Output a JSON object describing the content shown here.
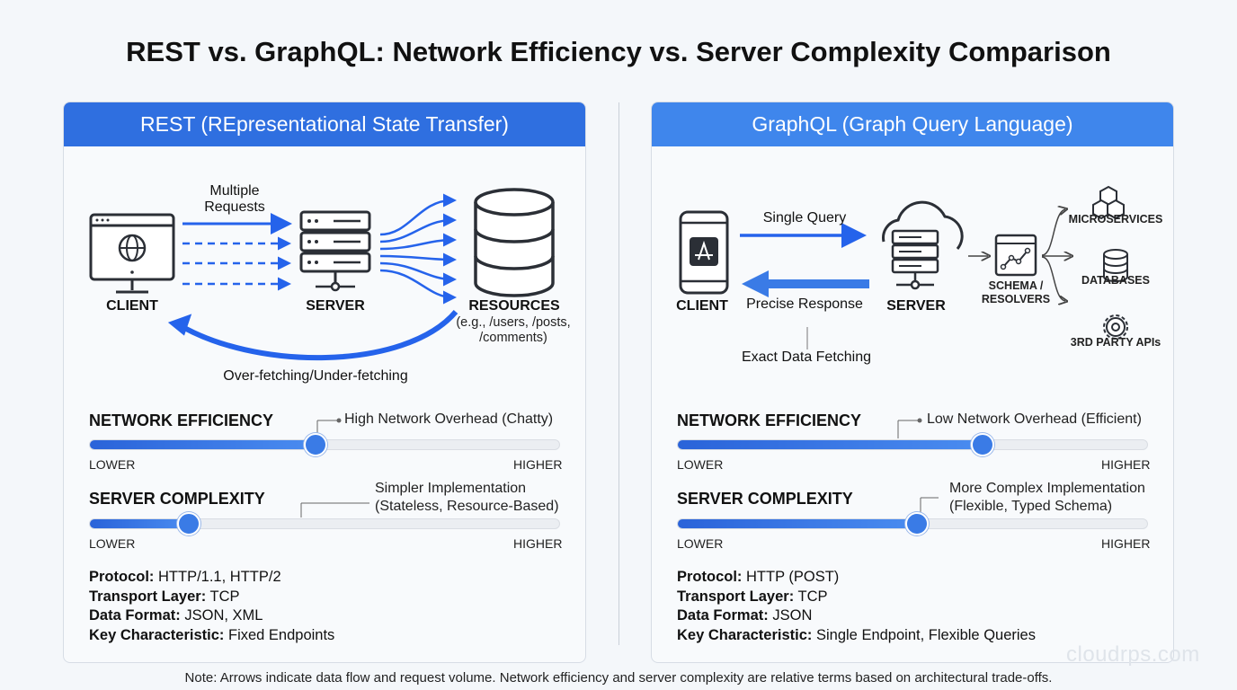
{
  "title": "REST vs. GraphQL: Network Efficiency vs. Server Complexity Comparison",
  "rest": {
    "header": "REST (REpresentational State Transfer)",
    "requests_line1": "Multiple",
    "requests_line2": "Requests",
    "client": "CLIENT",
    "server": "SERVER",
    "resources": "RESOURCES",
    "resources_sub1": "(e.g., /users, /posts,",
    "resources_sub2": "/comments)",
    "fetch_note": "Over-fetching/Under-fetching",
    "network": {
      "title": "NETWORK EFFICIENCY",
      "note": "High Network Overhead (Chatty)",
      "level": 0.48,
      "low": "LOWER",
      "high": "HIGHER"
    },
    "complexity": {
      "title": "SERVER COMPLEXITY",
      "note_line1": "Simpler Implementation",
      "note_line2": "(Stateless, Resource-Based)",
      "level": 0.21,
      "low": "LOWER",
      "high": "HIGHER"
    },
    "specs": {
      "protocol_label": "Protocol:",
      "protocol": " HTTP/1.1, HTTP/2",
      "transport_label": "Transport Layer:",
      "transport": " TCP",
      "format_label": "Data Format:",
      "format": " JSON, XML",
      "key_label": "Key Characteristic:",
      "key": " Fixed Endpoints"
    }
  },
  "graphql": {
    "header": "GraphQL (Graph Query Language)",
    "query": "Single Query",
    "response": "Precise Response",
    "client": "CLIENT",
    "server": "SERVER",
    "schema_line1": "SCHEMA /",
    "schema_line2": "RESOLVERS",
    "microservices": "MICROSERVICES",
    "databases": "DATABASES",
    "third_party": "3RD PARTY APIs",
    "exact": "Exact Data Fetching",
    "network": {
      "title": "NETWORK EFFICIENCY",
      "note": "Low Network Overhead (Efficient)",
      "level": 0.65,
      "low": "LOWER",
      "high": "HIGHER"
    },
    "complexity": {
      "title": "SERVER COMPLEXITY",
      "note_line1": "More Complex Implementation",
      "note_line2": "(Flexible, Typed Schema)",
      "level": 0.51,
      "low": "LOWER",
      "high": "HIGHER"
    },
    "specs": {
      "protocol_label": "Protocol:",
      "protocol": " HTTP (POST)",
      "transport_label": "Transport Layer:",
      "transport": " TCP",
      "format_label": "Data Format:",
      "format": " JSON",
      "key_label": "Key Characteristic:",
      "key": " Single Endpoint, Flexible Queries"
    }
  },
  "note": "Note: Arrows indicate data flow and request volume. Network efficiency and server complexity are relative terms based on architectural trade-offs.",
  "watermark": "cloudrps.com",
  "colors": {
    "accent": "#2f6fe0",
    "arrow": "#2563eb",
    "icon": "#2b2f36"
  }
}
